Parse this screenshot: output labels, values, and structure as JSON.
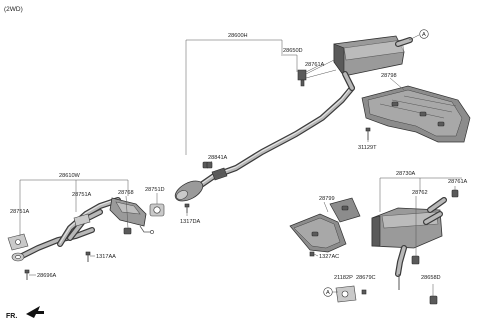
{
  "header": {
    "variant": "(2WD)"
  },
  "callouts": {
    "ref_a": "A",
    "p28600H": "28600H",
    "p28650D": "28650D",
    "p28761A_top": "28761A",
    "p28798": "28798",
    "p31129T": "31129T",
    "p28841A": "28841A",
    "p28751D": "28751D",
    "p1317DA": "1317DA",
    "p28610W": "28610W",
    "p28751A_left": "28751A",
    "p28751A_mid": "28751A",
    "p28768": "28768",
    "p1317AA": "1317AA",
    "p28696A": "28696A",
    "p28730A": "28730A",
    "p28761A_right": "28761A",
    "p28799": "28799",
    "p28762": "28762",
    "p1327AC": "1327AC",
    "p21182P": "21182P",
    "p28679C": "28679C",
    "p28658D": "28658D"
  },
  "footer": {
    "direction": "FR."
  }
}
